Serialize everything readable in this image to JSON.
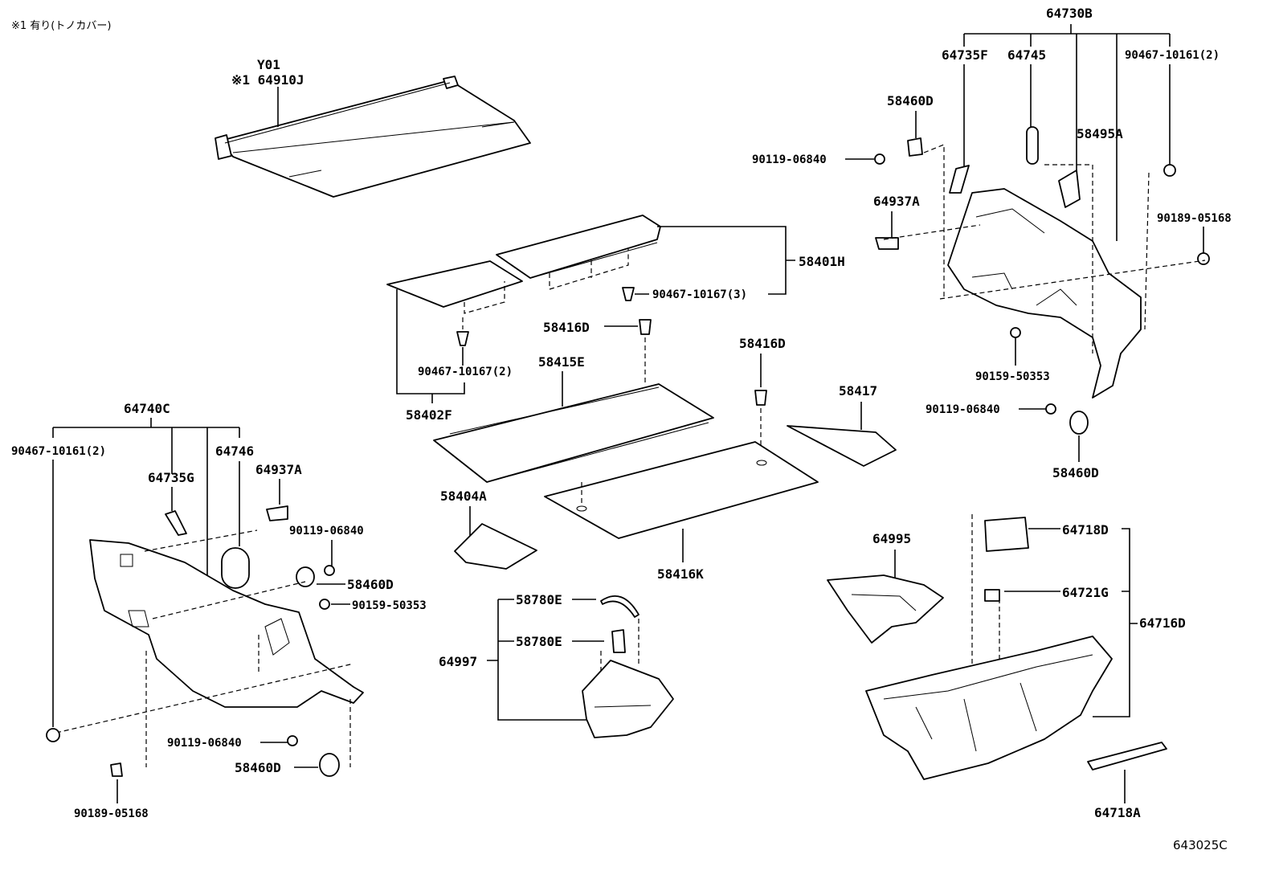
{
  "header_note": "※1 有り(トノカバー)",
  "diagram_id": "643025C",
  "labels": {
    "tonneau_code": "Y01",
    "tonneau_part": "※1 64910J",
    "p64730B": "64730B",
    "p64735F": "64735F",
    "p64745": "64745",
    "p90467_10161_r": "90467-10161(2)",
    "p58460D_top": "58460D",
    "p90119_06840_top": "90119-06840",
    "p58495A": "58495A",
    "p64937A_r": "64937A",
    "p90189_05168_r": "90189-05168",
    "p58401H": "58401H",
    "p90467_10167_3": "90467-10167(3)",
    "p58416D_a": "58416D",
    "p58416D_b": "58416D",
    "p90159_50353_r": "90159-50353",
    "p90119_06840_r2": "90119-06840",
    "p58460D_r2": "58460D",
    "p90467_10167_2": "90467-10167(2)",
    "p58415E": "58415E",
    "p58402F": "58402F",
    "p58417": "58417",
    "p64740C": "64740C",
    "p90467_10161_l": "90467-10161(2)",
    "p64746": "64746",
    "p64735G": "64735G",
    "p64937A_l": "64937A",
    "p90119_06840_l": "90119-06840",
    "p58460D_l": "58460D",
    "p90159_50353_l": "90159-50353",
    "p58404A": "58404A",
    "p58416K": "58416K",
    "p58780E_a": "58780E",
    "p58780E_b": "58780E",
    "p64997": "64997",
    "p64995": "64995",
    "p64718D": "64718D",
    "p64721G": "64721G",
    "p64716D": "64716D",
    "p90119_06840_bl": "90119-06840",
    "p58460D_bl": "58460D",
    "p90189_05168_l": "90189-05168",
    "p64718A": "64718A"
  }
}
